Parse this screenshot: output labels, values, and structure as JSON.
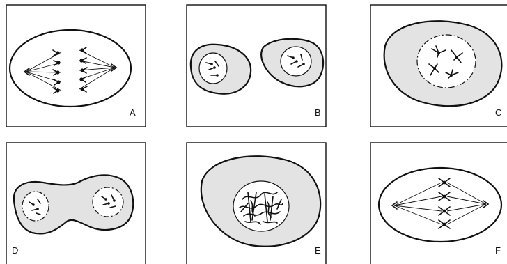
{
  "figure": {
    "panels": [
      {
        "id": "A",
        "label": "A",
        "stage_shape": "elongated cell, chromatids separating toward poles",
        "fill": "#ffffff"
      },
      {
        "id": "B",
        "label": "B",
        "stage_shape": "two daughter cells with nuclei",
        "fill": "#e3e3e3"
      },
      {
        "id": "C",
        "label": "C",
        "stage_shape": "cell with condensing chromosomes in nucleus",
        "fill": "#e3e3e3"
      },
      {
        "id": "D",
        "label": "D",
        "stage_shape": "cell pinching into two, two nuclei",
        "fill": "#e3e3e3"
      },
      {
        "id": "E",
        "label": "E",
        "stage_shape": "cell with tangled chromatin in nucleus",
        "fill": "#e3e3e3"
      },
      {
        "id": "F",
        "label": "F",
        "stage_shape": "chromosomes aligned at equator with spindle",
        "fill": "#ffffff"
      }
    ],
    "colors": {
      "stroke": "#111111",
      "cytoplasm": "#e3e3e3",
      "background": "#ffffff"
    }
  }
}
